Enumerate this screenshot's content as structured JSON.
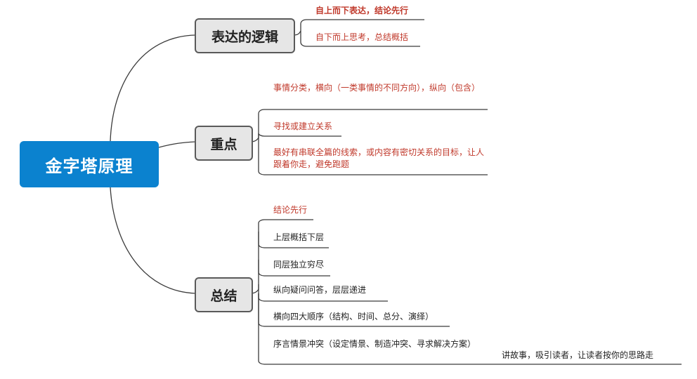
{
  "root": {
    "label": "金字塔原理"
  },
  "topics": [
    {
      "label": "表达的逻辑",
      "children": [
        {
          "text": "自上而下表达，结论先行",
          "color": "#c0392b",
          "bold": true
        },
        {
          "text": "自下而上思考，总结概括",
          "color": "#c0392b",
          "bold": false
        }
      ]
    },
    {
      "label": "重点",
      "children": [
        {
          "text": "事情分类，横向（一类事情的不同方向），纵向（包含）",
          "color": "#c0392b"
        },
        {
          "text": "寻找或建立关系",
          "color": "#c0392b"
        },
        {
          "text": "最好有串联全篇的线索，或内容有密切关系的目标，让人跟着你走，避免跑题",
          "color": "#c0392b"
        }
      ]
    },
    {
      "label": "总结",
      "children": [
        {
          "text": "结论先行",
          "color": "#c0392b"
        },
        {
          "text": "上层概括下层",
          "color": "#222222"
        },
        {
          "text": "同层独立穷尽",
          "color": "#222222"
        },
        {
          "text": "纵向疑问问答，层层递进",
          "color": "#222222"
        },
        {
          "text": "横向四大顺序（结构、时间、总分、演绎）",
          "color": "#222222"
        },
        {
          "text": "序言情景冲突（设定情景、制造冲突、寻求解决方案）",
          "color": "#222222"
        }
      ]
    }
  ],
  "note": {
    "text": "讲故事，吸引读者，让读者按你的思路走"
  },
  "colors": {
    "accent": "#0b82cf",
    "highlight": "#c0392b",
    "line": "#444444"
  }
}
